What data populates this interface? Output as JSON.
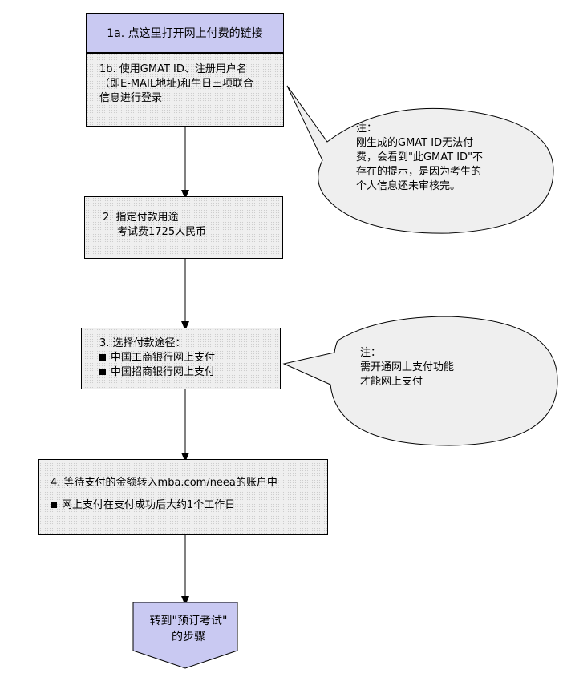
{
  "steps": {
    "s1a": "1a. 点这里打开网上付费的链接",
    "s1b": [
      "1b. 使用GMAT ID、注册用户名",
      "（即E-MAIL地址)和生日三项联合",
      "信息进行登录"
    ],
    "s2": [
      "2.  指定付款用途",
      "考试费1725人民币"
    ],
    "s3": {
      "title": "3.  选择付款途径：",
      "items": [
        "中国工商银行网上支付",
        "中国招商银行网上支付"
      ]
    },
    "s4": {
      "title": "4.  等待支付的金额转入mba.com/neea的账户中",
      "note": "网上支付在支付成功后大约1个工作日"
    },
    "final": [
      "转到\"预订考试\"",
      "的步骤"
    ]
  },
  "callouts": {
    "c1": [
      "注：",
      "刚生成的GMAT ID无法付",
      "费，会看到\"此GMAT ID\"不",
      "存在的提示，是因为考生的",
      "个人信息还未审核完。"
    ],
    "c2": [
      "注：",
      "需开通网上支付功能",
      "才能网上支付"
    ]
  },
  "colors": {
    "highlight_fill": "#c9c9f2",
    "box_fill": "#efefef",
    "stroke": "#000000"
  }
}
